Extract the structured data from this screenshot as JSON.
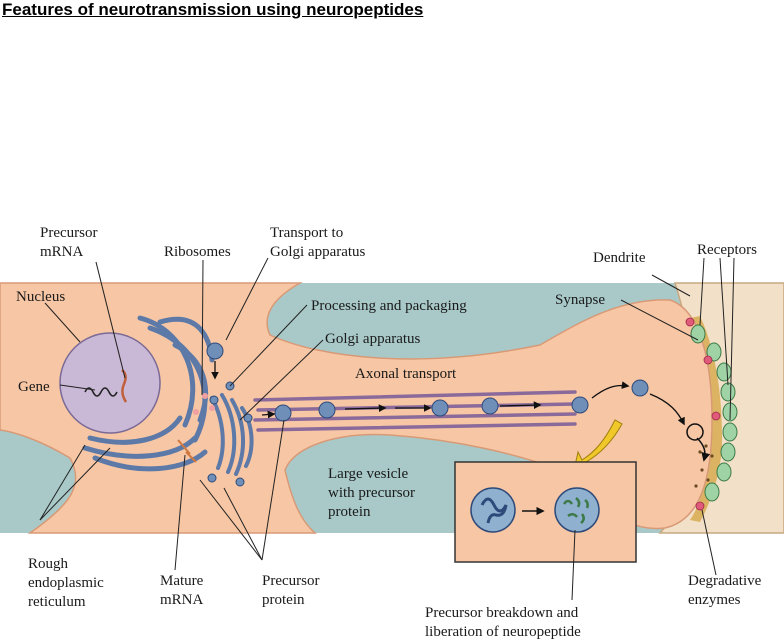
{
  "title": "Features of neurotransmission using neuropeptides",
  "labels": {
    "precursor_mrna_1": "Precursor",
    "precursor_mrna_2": "mRNA",
    "ribosomes": "Ribosomes",
    "transport_golgi_1": "Transport to",
    "transport_golgi_2": "Golgi apparatus",
    "dendrite": "Dendrite",
    "receptors": "Receptors",
    "nucleus": "Nucleus",
    "processing": "Processing and packaging",
    "synapse": "Synapse",
    "golgi": "Golgi apparatus",
    "gene": "Gene",
    "axonal_transport": "Axonal transport",
    "large_vesicle_1": "Large vesicle",
    "large_vesicle_2": "with precursor",
    "large_vesicle_3": "protein",
    "rough_er_1": "Rough",
    "rough_er_2": "endoplasmic",
    "rough_er_3": "reticulum",
    "mature_mrna_1": "Mature",
    "mature_mrna_2": "mRNA",
    "precursor_protein_1": "Precursor",
    "precursor_protein_2": "protein",
    "degradative_1": "Degradative",
    "degradative_2": "enzymes",
    "breakdown_1": "Precursor breakdown and",
    "breakdown_2": "liberation of neuropeptide"
  },
  "colors": {
    "background_fluid": "#a9c9c9",
    "cell_body": "#f7c6a4",
    "nucleus": "#c9b8d6",
    "er": "#5c79a8",
    "microtubule": "#8a6a9a",
    "vesicle": "#6f8fb8",
    "dendrite": "#f2e0c8",
    "receptor": "#9fd3a6",
    "enzyme": "#e05a7a",
    "cleft": "#d4a84a",
    "arrow_yellow": "#f0c82a"
  }
}
